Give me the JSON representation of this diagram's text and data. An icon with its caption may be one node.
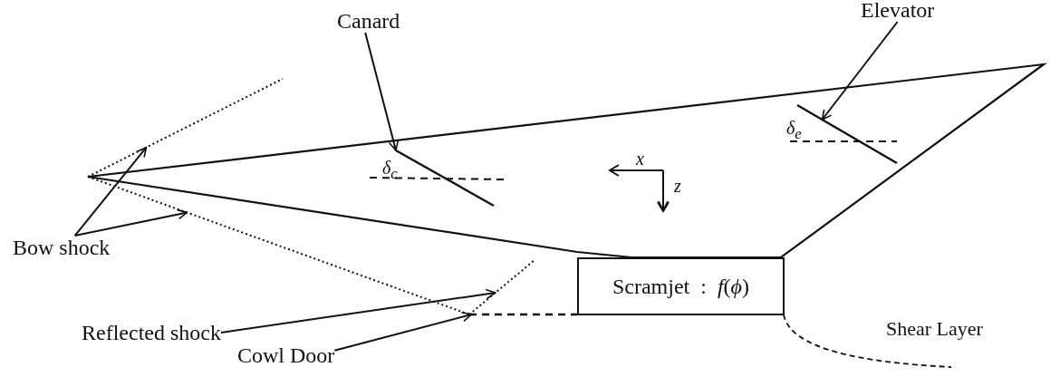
{
  "diagram": {
    "nodes": [
      {
        "text": [
          "Canard"
        ]
      },
      {
        "text": [],
        "shape": "line"
      },
      {
        "text": [
          "Elevator"
        ]
      },
      {
        "text": [],
        "shape": "line"
      },
      {
        "text": [
          "Bow shock"
        ]
      },
      {
        "text": [],
        "shape": "line"
      },
      {
        "text": [],
        "shape": "line"
      },
      {
        "text": [
          "Reflected shock"
        ]
      },
      {
        "text": [],
        "shape": "line"
      },
      {
        "text": [
          "Cowl Door"
        ]
      },
      {
        "text": [],
        "shape": "line"
      },
      {
        "text": [
          "Scramjet  :  *f*(*ϕ*)"
        ]
      }
    ],
    "edges": [
      {
        "from": 0,
        "to": 1,
        "arrow": "to"
      },
      {
        "from": 2,
        "to": 3,
        "arrow": "to"
      },
      {
        "from": 4,
        "to": 5,
        "arrow": "to"
      },
      {
        "from": 4,
        "to": 6,
        "arrow": "to"
      },
      {
        "from": 7,
        "to": 8,
        "arrow": "to"
      },
      {
        "from": 9,
        "to": 10,
        "arrow": "to"
      }
    ],
    "labels": [
      "δ$_{c}$",
      "x",
      "z",
      "δ$_{e}$",
      "Shear Layer"
    ]
  }
}
